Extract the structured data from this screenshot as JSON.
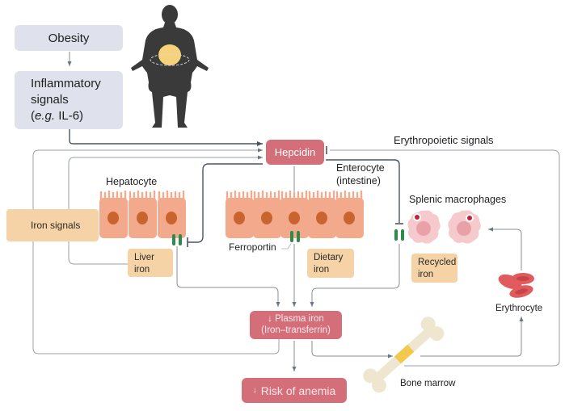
{
  "nodes": {
    "obesity": "Obesity",
    "inflammatory": {
      "line1": "Inflammatory",
      "line2": "signals",
      "line3_italic": "e.g.",
      "line3_rest": " IL-6)",
      "line3_open": "("
    },
    "hepcidin": "Hepcidin",
    "erythropoietic": "Erythropoietic signals",
    "enterocyte": {
      "line1": "Enterocyte",
      "line2": "(intestine)"
    },
    "hepatocyte": "Hepatocyte",
    "iron_signals": "Iron signals",
    "liver_iron": {
      "line1": "Liver",
      "line2": "iron"
    },
    "ferroportin": "Ferroportin",
    "dietary_iron": {
      "line1": "Dietary",
      "line2": "iron"
    },
    "splenic": "Splenic macrophages",
    "recycled_iron": {
      "line1": "Recycled",
      "line2": "iron"
    },
    "erythrocyte": "Erythrocyte",
    "plasma_iron": {
      "line1": "Plasma iron",
      "line2": "(Iron–transferrin)",
      "arrow": "↓"
    },
    "anemia": {
      "text": "Risk of anemia",
      "arrow": "↓"
    },
    "bone_marrow": "Bone marrow"
  },
  "colors": {
    "gray_box": "#dfe2ec",
    "tan_box": "#f6d3a6",
    "red_box": "#d46f7a",
    "cell": "#f3a98c",
    "nucleus": "#c9642f",
    "ferroportin": "#2e8b4a",
    "rbc": "#e05a5e",
    "figure": "#3a3a3a",
    "fat": "#f6d27a"
  }
}
